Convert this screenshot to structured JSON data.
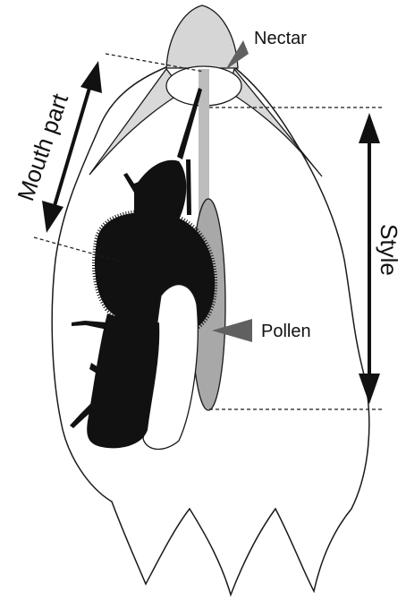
{
  "labels": {
    "nectar": "Nectar",
    "pollen": "Pollen",
    "mouth_part": "Mouth part",
    "style": "Style"
  },
  "colors": {
    "outline": "#1a1a1a",
    "petal_fill": "#ffffff",
    "sepal_fill": "#d9d9d9",
    "nectary_fill": "#d6d6d6",
    "style_fill": "#bdbdbd",
    "pollen_fill": "#a8a8a8",
    "pointer_fill": "#606060",
    "bee_fill": "#111111"
  }
}
